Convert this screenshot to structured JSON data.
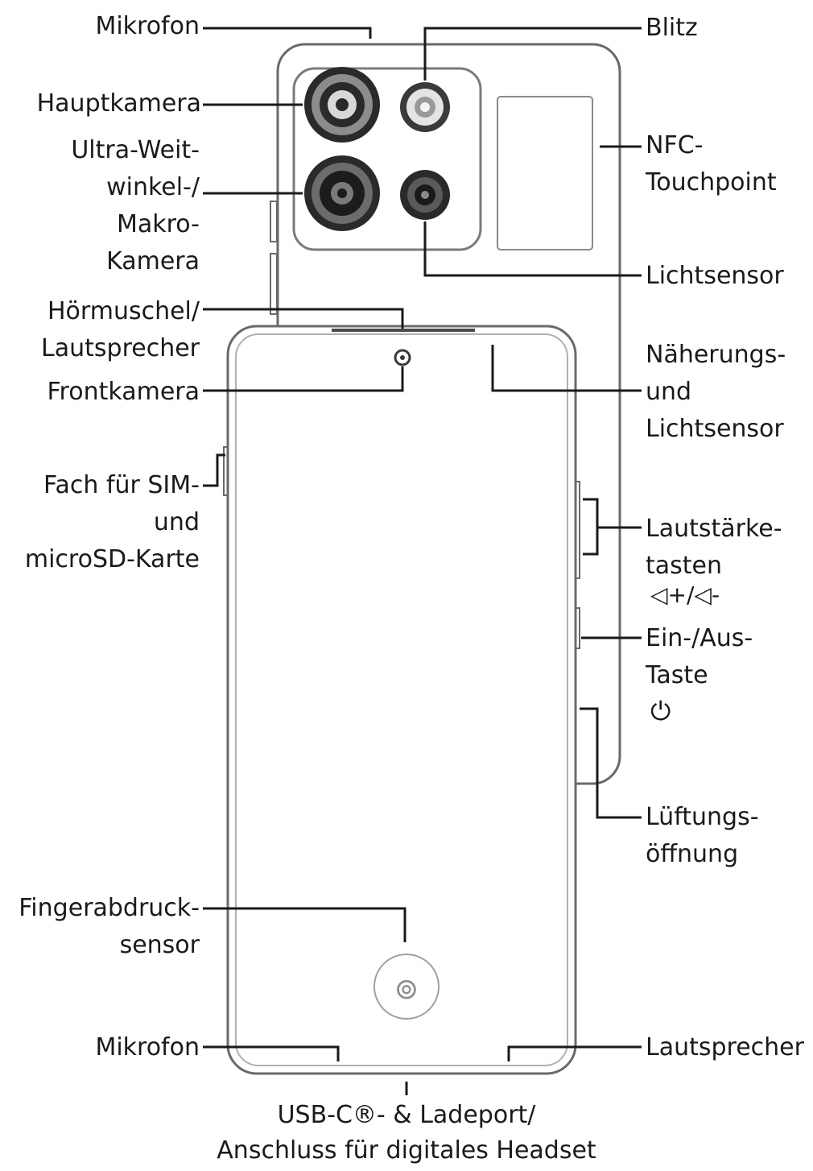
{
  "labels": {
    "mikrofon_top": "Mikrofon",
    "blitz": "Blitz",
    "hauptkamera": "Hauptkamera",
    "ultraweit": "Ultra-Weit-\nwinkel-/\nMakro-\nKamera",
    "nfc": "NFC-\nTouchpoint",
    "lichtsensor": "Lichtsensor",
    "hoermuschel": "Hörmuschel/\nLautsprecher",
    "frontkamera": "Frontkamera",
    "naeherung": "Näherungs-\nund\nLichtsensor",
    "sim": "Fach für SIM-\nund\nmicroSD-Karte",
    "lautstaerke": "Lautstärke-\ntasten",
    "lautstaerke_symbols": "◁+/◁-",
    "einaus": "Ein-/Aus-\nTaste",
    "power_symbol": "⏻",
    "lueftung": "Lüftungs-\nöffnung",
    "fingerabdruck": "Fingerabdruck-\nsensor",
    "mikrofon_bottom": "Mikrofon",
    "lautsprecher": "Lautsprecher",
    "usb_line1": "USB-C®- & Ladeport/",
    "usb_line2": "Anschluss für digitales Headset"
  },
  "colors": {
    "outline": "#5a5a5a",
    "lens_dark": "#2a2a2a",
    "lens_mid": "#9a9a9a",
    "text": "#1a1a1a"
  }
}
